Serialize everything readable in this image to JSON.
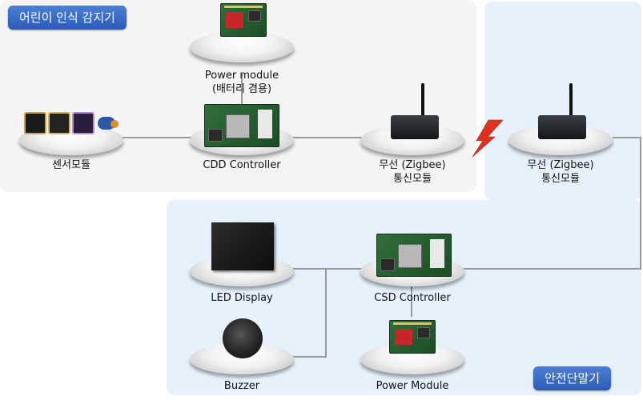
{
  "regions": {
    "left_title": "어린이 인식 감지기",
    "right_title": "안전단말기"
  },
  "nodes": {
    "sensor": {
      "label": "센서모듈"
    },
    "power_top": {
      "label_line1": "Power module",
      "label_line2": "(배터리 겸용)"
    },
    "cdd": {
      "label": "CDD Controller"
    },
    "radio_left": {
      "label_line1": "무선 (Zigbee)",
      "label_line2": "통신모듈"
    },
    "radio_right": {
      "label_line1": "무선 (Zigbee)",
      "label_line2": "통신모듈"
    },
    "led": {
      "label": "LED Display"
    },
    "csd": {
      "label": "CSD Controller"
    },
    "buzzer": {
      "label": "Buzzer"
    },
    "power_bottom": {
      "label": "Power Module"
    }
  },
  "colors": {
    "left_region": "#f4f4f4",
    "right_region": "#e6f1fb",
    "pill": "#3b6fc9",
    "connector": "#999999",
    "wireless_bolt": "#e0301e"
  }
}
